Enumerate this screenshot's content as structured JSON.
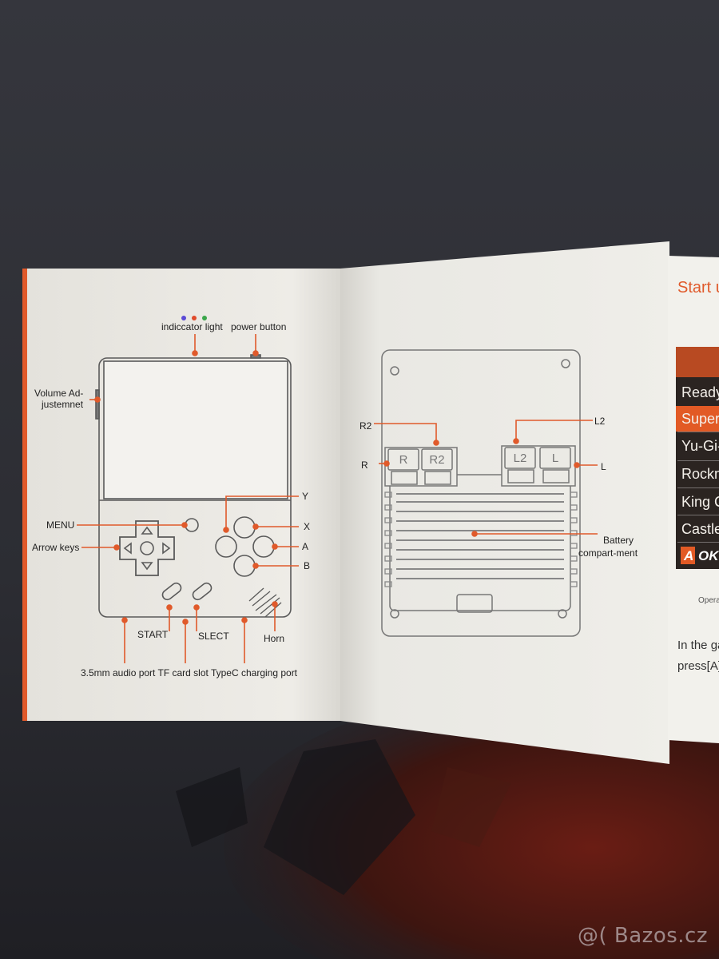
{
  "left_page": {
    "indicator_light": "indiccator light",
    "power_button": "power button",
    "volume_line1": "Volume Ad-",
    "volume_line2": "justemnet",
    "menu": "MENU",
    "arrow_keys": "Arrow keys",
    "y": "Y",
    "x": "X",
    "a": "A",
    "b": "B",
    "start": "START",
    "select": "SLECT",
    "horn": "Horn",
    "ports": "3.5mm audio port TF card slot TypeC charging port"
  },
  "right_page": {
    "r2": "R2",
    "r": "R",
    "l2": "L2",
    "l": "L",
    "btn_r": "R",
    "btn_r2": "R2",
    "btn_l2": "L2",
    "btn_l": "L",
    "battery_line1": "Battery",
    "battery_line2": "compart-ment"
  },
  "third_page": {
    "heading": "Start u",
    "menu_items": [
      "Ready",
      "Super",
      "Yu-Gi-",
      "Rockm",
      "King C",
      "Castle"
    ],
    "ok_key": "A",
    "ok_label": "OK",
    "note": "Opera",
    "text_line1": "In the ga",
    "text_line2": "press[A]"
  },
  "watermark": "@( Bazos.cz",
  "colors": {
    "accent": "#e05a2b",
    "paper": "#ecebe6",
    "cloth": "#2f3036",
    "menu_dark": "#2b2421",
    "menu_highlight": "#e25a25"
  }
}
